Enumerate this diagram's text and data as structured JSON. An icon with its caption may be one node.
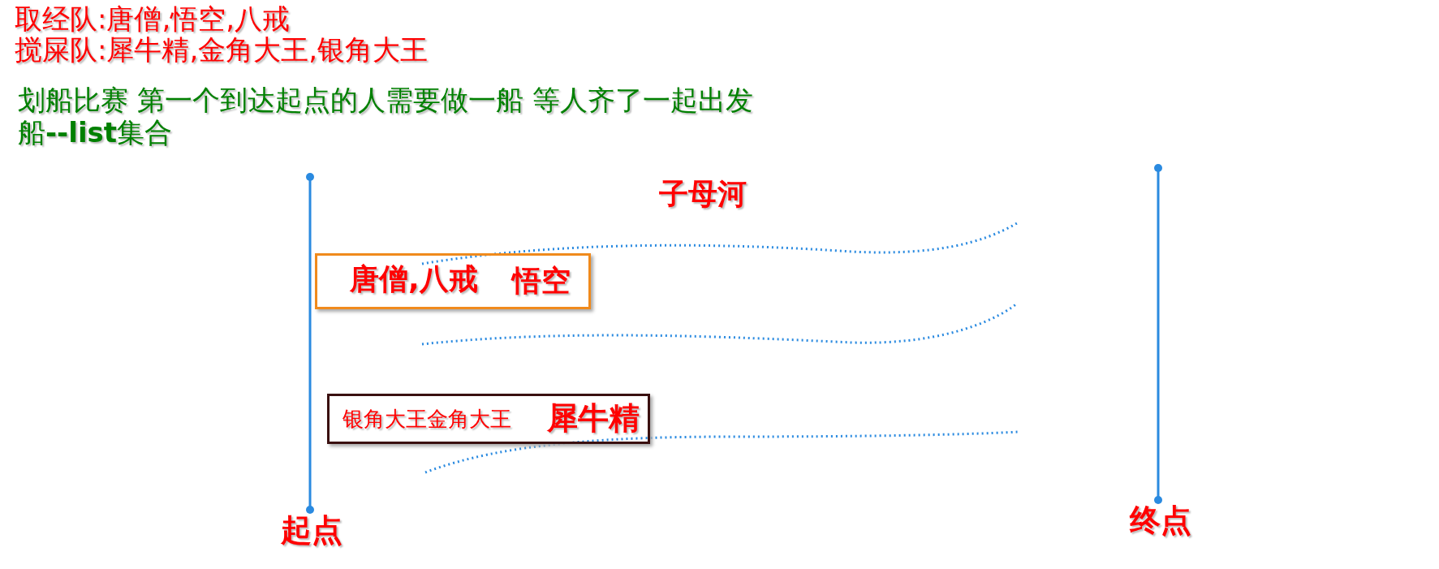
{
  "diagram": {
    "nodes": [
      {
        "text": [
          "唐僧,八戒",
          "悟空"
        ]
      },
      {
        "text": [
          "银角大王金角大王",
          "犀牛精"
        ]
      }
    ],
    "labels": [
      "取经队:唐僧,悟空,八戒",
      "搅屎队:犀牛精,金角大王,银角大王",
      "划船比赛 第一个到达起点的人需要做一船 等人齐了一起出发",
      "船**--list**集合",
      "子母河",
      "起点",
      "终点"
    ]
  }
}
